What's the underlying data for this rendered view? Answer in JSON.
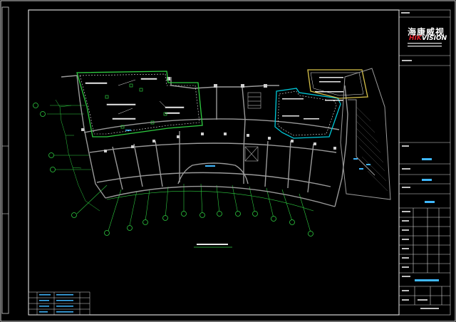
{
  "title_block": {
    "brand_cn": "海康威视",
    "brand_en_prefix": "HIK",
    "brand_en_suffix": "VISION",
    "brand_color_red": "#e0202a",
    "accent_cyan": "#3fb8ff"
  },
  "colors": {
    "background": "#000000",
    "walls": "#9a9a9a",
    "axis_lines": "#2ecc40",
    "region_outline": "#2ecc40",
    "room_outline": "#00c8d8",
    "yellow_outline": "#d8c24a",
    "frame": "#ffffff"
  }
}
